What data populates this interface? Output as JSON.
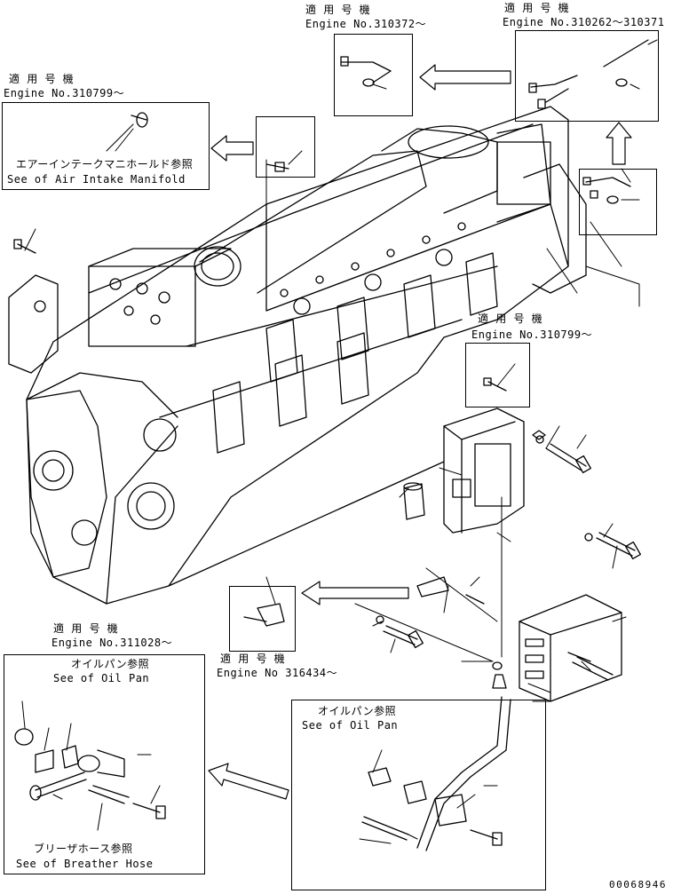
{
  "labels": {
    "top_mid_title": "適 用 号 機",
    "top_mid_engine": "Engine No.310372～",
    "top_right_title": "適 用 号 機",
    "top_right_engine": "Engine No.310262～310371",
    "left_title": "適 用 号 機",
    "left_engine": "Engine No.310799～",
    "intake_jp": "エアーインテークマニホールド参照",
    "intake_en": "See of Air Intake Manifold",
    "mid_right_title": "適 用 号 機",
    "mid_right_engine": "Engine No.310799～",
    "bottom_mid_title": "適 用 号 機",
    "bottom_mid_engine": "Engine No 316434～",
    "bottom_left_title": "適 用 号 機",
    "bottom_left_engine": "Engine No.311028～",
    "oilpan_jp_left": "オイルパン参照",
    "oilpan_en_left": "See of Oil Pan",
    "breather_jp": "ブリーザホース参照",
    "breather_en": "See of Breather Hose",
    "oilpan_jp_right": "オイルパン参照",
    "oilpan_en_right": "See of Oil Pan",
    "drawing_number": "00068946"
  },
  "diagram": {
    "stroke_color": "#000000",
    "background": "#ffffff"
  }
}
